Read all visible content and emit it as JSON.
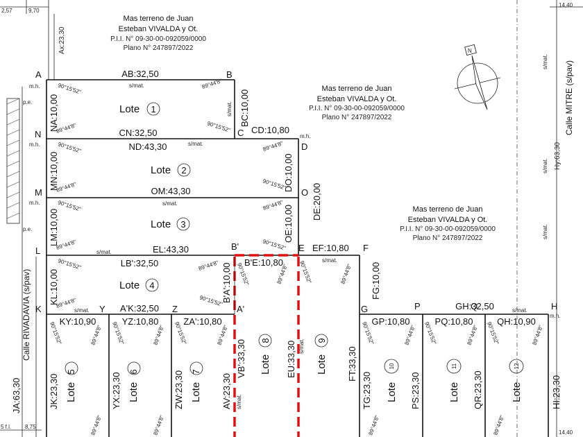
{
  "neighbors": {
    "top": {
      "line1": "Mas terreno de Juan",
      "line2": "Esteban VIVALDA y Ot.",
      "line3": "P.I.I. N° 09-30-00-092059/0000",
      "line4": "Plano N° 247897/2022"
    },
    "mid": {
      "line1": "Mas terreno de Juan",
      "line2": "Esteban VIVALDA y Ot.",
      "line3": "P.I.I. N° 09-30-00-092059/0000",
      "line4": "Plano N° 247897/2022"
    },
    "right": {
      "line1": "Mas terreno de Juan",
      "line2": "Esteban VIVALDA y Ot.",
      "line3": "P.I.I. N° 09-30-00-092059/0000",
      "line4": "Plano N° 247897/2022"
    }
  },
  "streets": {
    "left": "Calle RIVADAVIA (s/pav)",
    "right": "Calle MITRE (s/pav)"
  },
  "top_left": {
    "v1": "2,57",
    "v2": "9,70",
    "ax": "Ax:23,30"
  },
  "right_dims": {
    "top": "14,40",
    "hy": "Hy:63,30",
    "bottom": "14,40"
  },
  "left_dims": {
    "ja": "JA:63,30",
    "sfl": "5 f.l.",
    "v875": "8,75"
  },
  "points": [
    "A",
    "B",
    "C",
    "D",
    "N",
    "M",
    "O",
    "L",
    "B'",
    "E",
    "F",
    "K",
    "Y",
    "Z",
    "A'",
    "G",
    "P",
    "Q",
    "H"
  ],
  "dims": {
    "AB": "AB:32,50",
    "BC": "BC:10,00",
    "NA": "NA:10,00",
    "CN": "CN:32,50",
    "CD": "CD:10,80",
    "ND": "ND:43,30",
    "MN": "MN:10,00",
    "DO": "DO:10,00",
    "DE": "DE:20,00",
    "OM": "OM:43,30",
    "LM": "LM:10,00",
    "OE": "OE:10,00",
    "EL": "EL:43,30",
    "EF": "EF:10,80",
    "LB": "LB':32,50",
    "BE": "B'E:10,80",
    "BA": "B'A':10,00",
    "KL": "KL:10,00",
    "FG": "FG:10,00",
    "GH": "GH:32,50",
    "AK": "A'K:32,50",
    "KY": "KY:10,90",
    "YZ": "YZ:10,80",
    "ZA": "ZA':10,80",
    "GP": "GP:10,80",
    "PQ": "PQ:10,80",
    "QH": "QH:10,90",
    "JK": "JK:23,30",
    "YX": "YX:23,30",
    "ZW": "ZW:23,30",
    "AV": "AV:23,30",
    "VB": "VB':33,30",
    "EU": "EU:33,30",
    "FT": "FT:33,30",
    "TG": "TG:23,30",
    "PS": "PS:23,30",
    "QR": "QR:23,30",
    "HI": "HI:23,30"
  },
  "lots": {
    "word": "Lote",
    "n1": "1",
    "n2": "2",
    "n3": "3",
    "n4": "4",
    "n5": "5",
    "n6": "6",
    "n7": "7",
    "n8": "8",
    "n9": "9",
    "n10": "10",
    "n11": "11",
    "n12": "12"
  },
  "angles": {
    "a1": "90°15'52\"",
    "a2": "89°44'8\""
  },
  "marks": {
    "smat": "s/mat.",
    "mh": "m.h.",
    "pe": "p.e."
  }
}
